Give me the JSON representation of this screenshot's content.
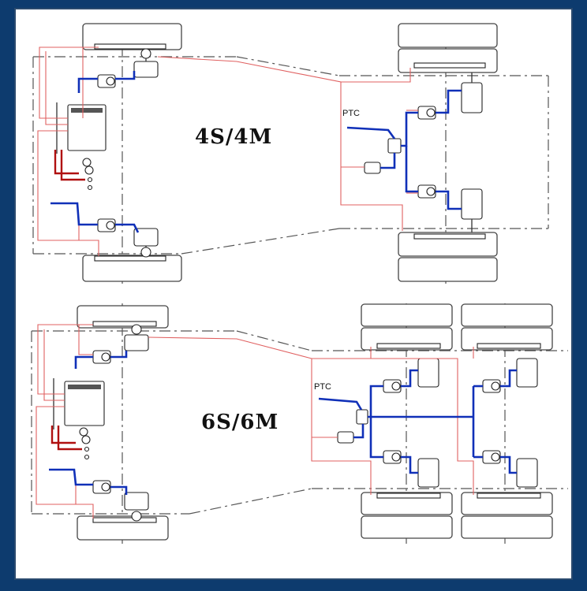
{
  "diagrams": [
    {
      "config_label": "4S/4M",
      "sensor_label": "PTC"
    },
    {
      "config_label": "6S/6M",
      "sensor_label": "PTC"
    }
  ],
  "colors": {
    "background": "#0d3b6e",
    "signal_wire": "#e06060",
    "power_wire": "#b01010",
    "air_line": "#1030b8"
  }
}
